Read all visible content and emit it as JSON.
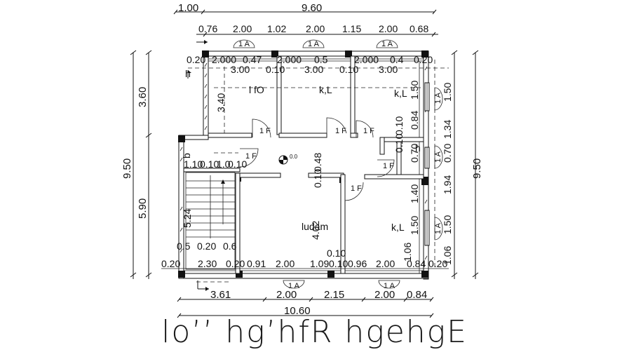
{
  "title": "lo’’ hg’hfR hgehgE",
  "top_dims_1": [
    "1.00",
    "9.60"
  ],
  "top_dims_2": [
    "0.76",
    "2.00",
    "1.02",
    "2.00",
    "1.15",
    "2.00",
    "0.68"
  ],
  "window_tags": [
    "1 A",
    "1 A",
    "1 A",
    "1 A",
    "1 A",
    "1 A",
    "1 A",
    "1 A"
  ],
  "top_inner_1": [
    "0.20",
    "2.000",
    "0.47",
    "2.000",
    "0.5",
    "2.000",
    "0.4",
    "0.20"
  ],
  "top_inner_2": [
    "3.00",
    "0.10",
    "3.00",
    "0.10",
    "3.00"
  ],
  "rooms": [
    "l fO",
    "k,L",
    "k,L",
    "k,L",
    "ludam",
    "h"
  ],
  "door_tags": [
    "1 F",
    "1 F",
    "1 F",
    "1 F",
    "1 F",
    "1 F"
  ],
  "left_dims": [
    "9.50",
    "3.60",
    "5.90"
  ],
  "right_dims": [
    "9.50",
    "1.50",
    "1.34",
    "0.70",
    "1.94",
    "1.50",
    "1.06"
  ],
  "inner_right_dims": [
    "1.50",
    "0.84",
    "0.10",
    "0.70",
    "0.10",
    "1.40",
    "1.50",
    "1.06"
  ],
  "inner_misc": [
    "3.40",
    "0.48",
    "0.10",
    "4.02",
    "0.10",
    "5.24",
    "1.10",
    "0.10",
    "1.0",
    "0.10",
    "0.0"
  ],
  "stair_dims": [
    "0.5",
    "0.20",
    "0.6"
  ],
  "bottom_inner": [
    "0.20",
    "2.30",
    "0.20",
    "0.91",
    "2.00",
    "1.09",
    "0.10",
    "0.96",
    "2.00",
    "0.84",
    "0.20"
  ],
  "bottom_dims_1": [
    "3.61",
    "2.00",
    "2.15",
    "2.00",
    "0.84"
  ],
  "bottom_dims_2": [
    "10.60"
  ]
}
